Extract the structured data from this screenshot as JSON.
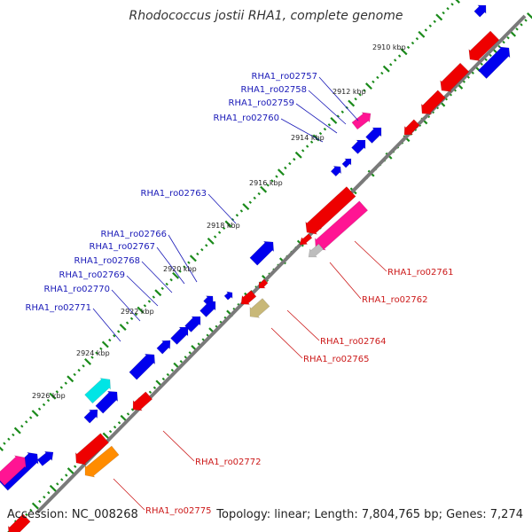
{
  "title": "Rhodococcus jostii RHA1, complete genome",
  "footer": {
    "accession": "Accession: NC_008268",
    "stats": "Topology: linear; Length: 7,804,765 bp; Genes: 7,274"
  },
  "colors": {
    "forward_gene": "#0000ee",
    "reverse_gene": "#ee0000",
    "magenta_gene": "#ff1493",
    "cyan_gene": "#00e5e5",
    "orange_gene": "#ff8c00",
    "khaki_gene": "#c8b878",
    "grey_gene": "#bdbdbd",
    "backbone": "#7a7a7a",
    "ticks": "#1a8a1a"
  },
  "scale_labels": [
    "2910 kbp",
    "2912 kbp",
    "2914 kbp",
    "2916 kbp",
    "2918 kbp",
    "2920 kbp",
    "2922 kbp",
    "2924 kbp",
    "2926 kbp"
  ],
  "gene_labels_forward": [
    "RHA1_ro02757",
    "RHA1_ro02758",
    "RHA1_ro02759",
    "RHA1_ro02760",
    "RHA1_ro02763",
    "RHA1_ro02766",
    "RHA1_ro02767",
    "RHA1_ro02768",
    "RHA1_ro02769",
    "RHA1_ro02770",
    "RHA1_ro02771"
  ],
  "gene_labels_reverse": [
    "RHA1_ro02761",
    "RHA1_ro02762",
    "RHA1_ro02764",
    "RHA1_ro02765",
    "RHA1_ro02772",
    "RHA1_ro02775"
  ]
}
